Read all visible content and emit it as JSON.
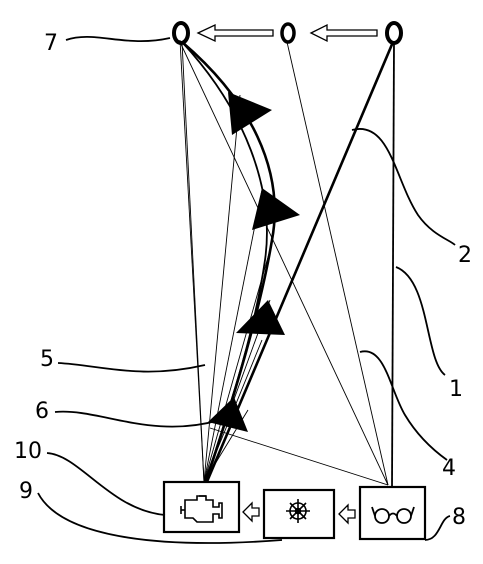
{
  "labels": {
    "l1": "1",
    "l2": "2",
    "l4": "4",
    "l5": "5",
    "l6": "6",
    "l7": "7",
    "l8": "8",
    "l9": "9",
    "l10": "10"
  },
  "icons": {
    "engine_box": "engine-icon",
    "steering_box": "steering-wheel-icon",
    "eye_box": "glasses-icon"
  }
}
